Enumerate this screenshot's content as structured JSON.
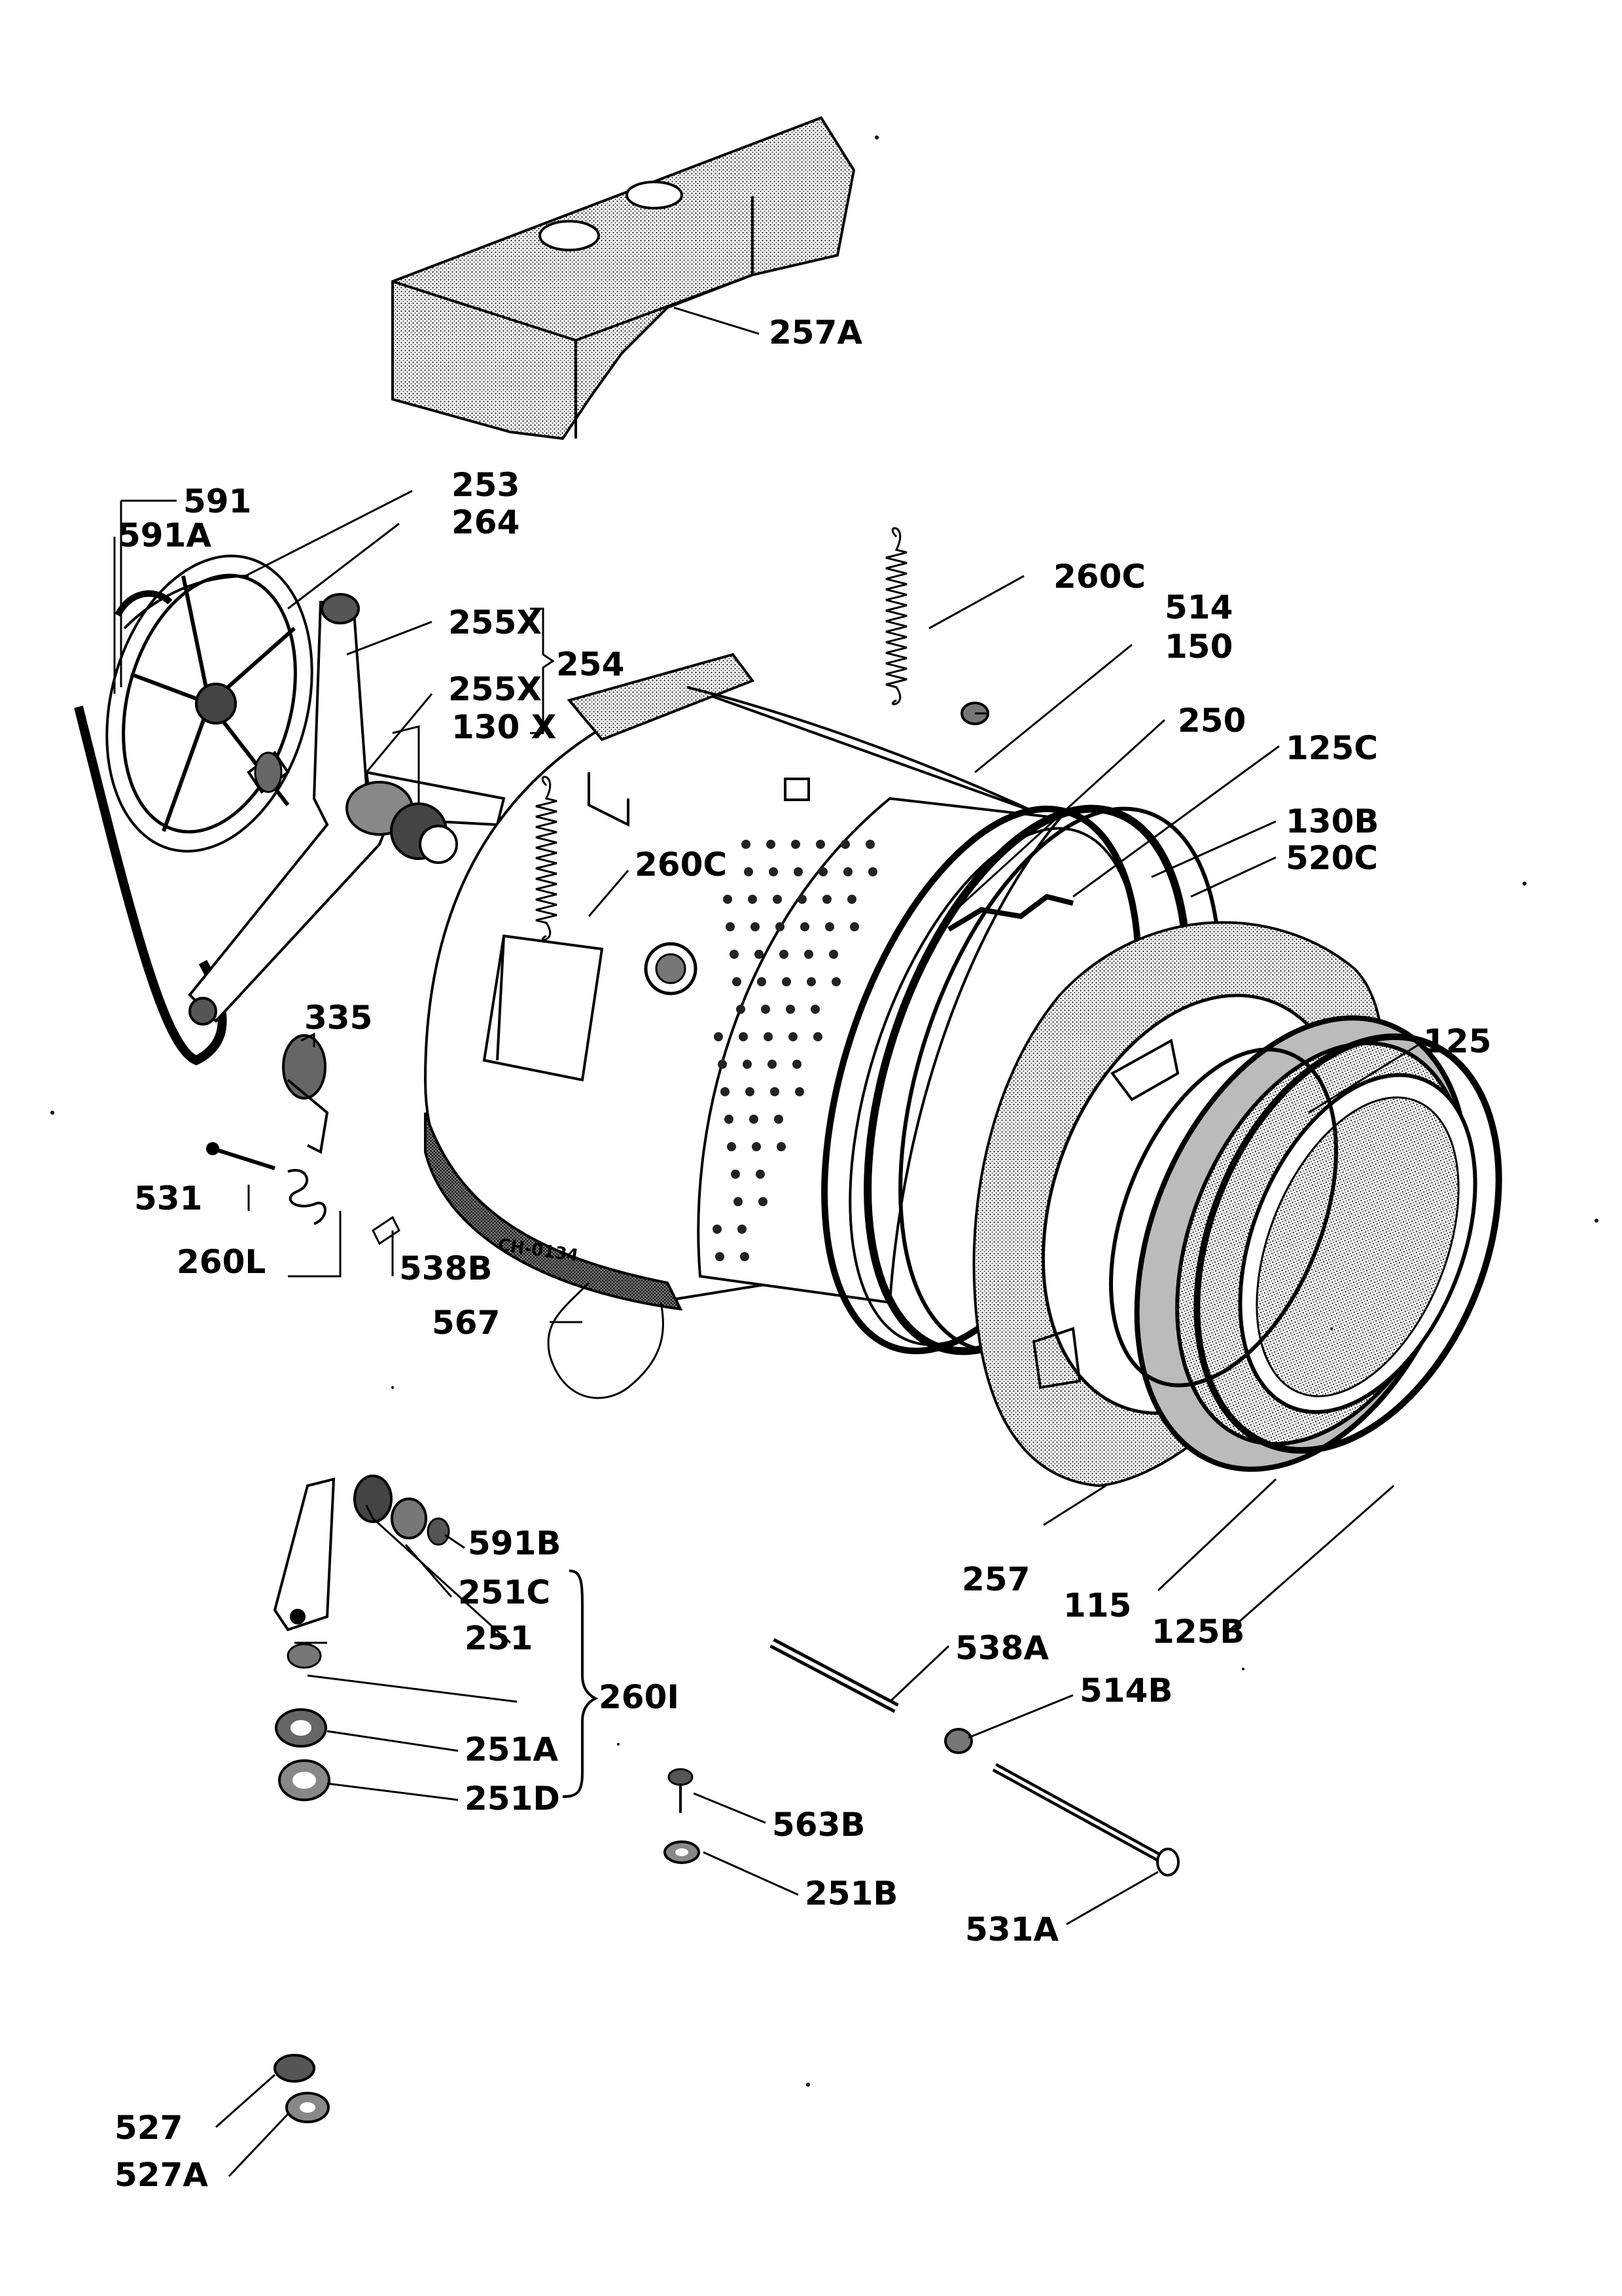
{
  "diagram": {
    "labels": [
      {
        "id": "257A",
        "text": "257A"
      },
      {
        "id": "591",
        "text": "591"
      },
      {
        "id": "253",
        "text": "253"
      },
      {
        "id": "591A",
        "text": "591A"
      },
      {
        "id": "264",
        "text": "264"
      },
      {
        "id": "255X-a",
        "text": "255X"
      },
      {
        "id": "254",
        "text": "254"
      },
      {
        "id": "255X-b",
        "text": "255X"
      },
      {
        "id": "130X",
        "text": "130 X"
      },
      {
        "id": "260C-a",
        "text": "260C"
      },
      {
        "id": "514",
        "text": "514"
      },
      {
        "id": "150",
        "text": "150"
      },
      {
        "id": "250",
        "text": "250"
      },
      {
        "id": "125C",
        "text": "125C"
      },
      {
        "id": "130B",
        "text": "130B"
      },
      {
        "id": "520C",
        "text": "520C"
      },
      {
        "id": "260C-b",
        "text": "260C"
      },
      {
        "id": "125",
        "text": "125"
      },
      {
        "id": "335",
        "text": "335"
      },
      {
        "id": "531",
        "text": "531"
      },
      {
        "id": "260L",
        "text": "260L"
      },
      {
        "id": "538B",
        "text": "538B"
      },
      {
        "id": "567",
        "text": "567"
      },
      {
        "id": "257",
        "text": "257"
      },
      {
        "id": "115",
        "text": "115"
      },
      {
        "id": "125B",
        "text": "125B"
      },
      {
        "id": "591B",
        "text": "591B"
      },
      {
        "id": "251C",
        "text": "251C"
      },
      {
        "id": "251",
        "text": "251"
      },
      {
        "id": "260I",
        "text": "260I"
      },
      {
        "id": "251A",
        "text": "251A"
      },
      {
        "id": "251D",
        "text": "251D"
      },
      {
        "id": "538A",
        "text": "538A"
      },
      {
        "id": "514B",
        "text": "514B"
      },
      {
        "id": "563B",
        "text": "563B"
      },
      {
        "id": "251B",
        "text": "251B"
      },
      {
        "id": "531A",
        "text": "531A"
      },
      {
        "id": "527",
        "text": "527"
      },
      {
        "id": "527A",
        "text": "527A"
      }
    ],
    "stamp": "CH-0134"
  }
}
